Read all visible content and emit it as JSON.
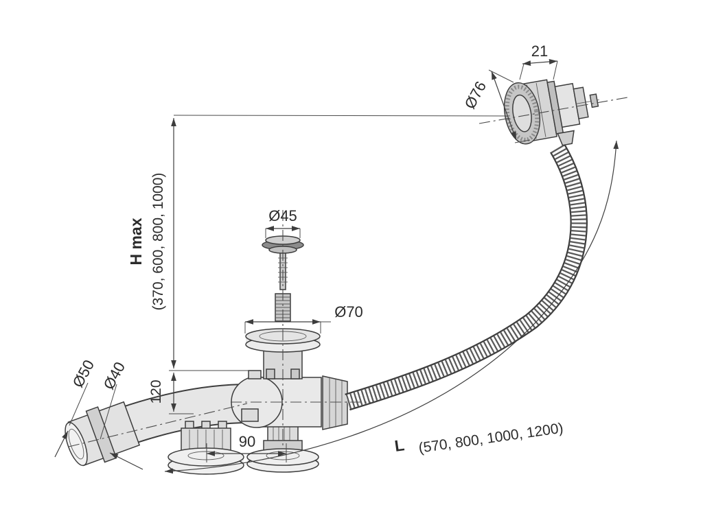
{
  "colors": {
    "line": "#3d3d3d",
    "background": "#ffffff"
  },
  "labels": {
    "cap_width": "21",
    "cap_diameter": "Ø76",
    "plug_diameter": "Ø45",
    "flange_diameter": "Ø70",
    "outlet_outer": "Ø50",
    "outlet_inner": "Ø40",
    "hmax_name": "H max",
    "hmax_values": "(370, 600, 800, 1000)",
    "offset_vertical": "120",
    "offset_horizontal": "90",
    "length_name": "L",
    "length_values": "(570, 800, 1000, 1200)"
  }
}
